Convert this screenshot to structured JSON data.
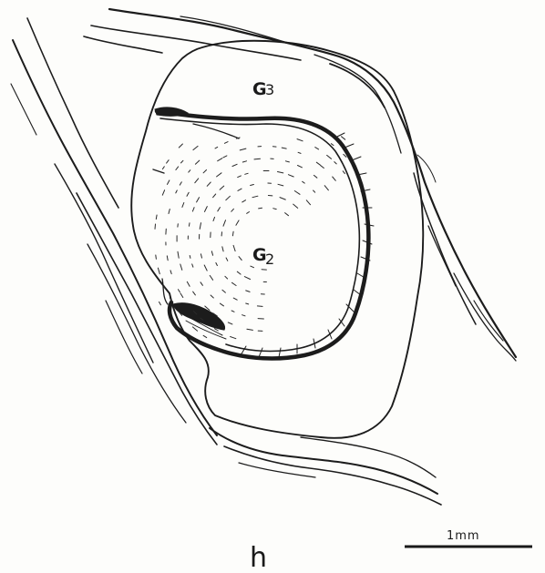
{
  "figure": {
    "panel_letter": "h",
    "labels": {
      "g3": {
        "letter": "G",
        "sub": "3"
      },
      "g2": {
        "letter": "G",
        "sub": "2"
      }
    },
    "scale_bar": {
      "text": "1mm"
    }
  }
}
